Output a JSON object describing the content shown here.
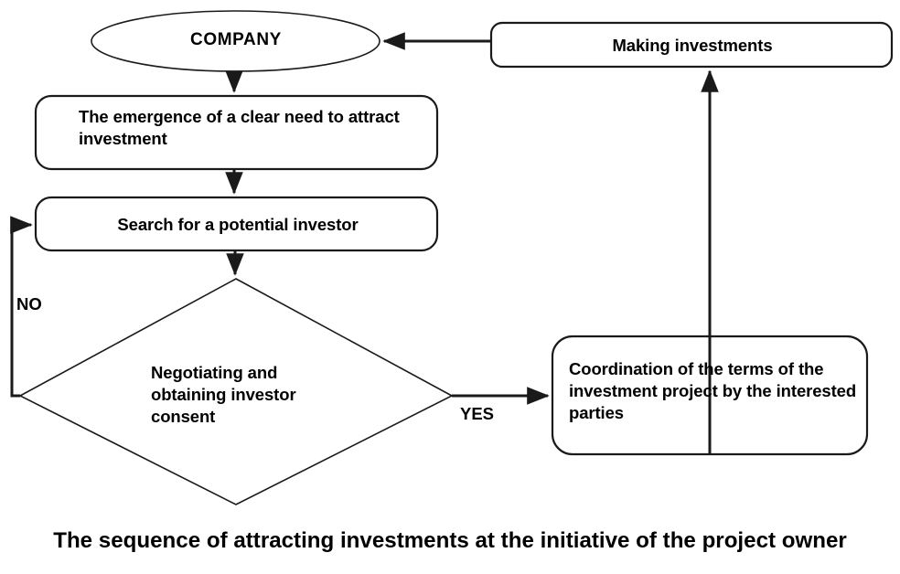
{
  "diagram": {
    "type": "flowchart",
    "caption": "The sequence of attracting investments at the initiative of the project owner",
    "background_color": "#ffffff",
    "line_color": "#1a1a1a",
    "text_color": "#000000",
    "nodes": [
      {
        "id": "company",
        "shape": "ellipse",
        "label": "COMPANY",
        "align": "center"
      },
      {
        "id": "emergence",
        "shape": "rounded-rectangle",
        "label": "The emergence of a clear need to attract investment",
        "align": "left"
      },
      {
        "id": "search",
        "shape": "rounded-rectangle",
        "label": "Search for a potential investor",
        "align": "center"
      },
      {
        "id": "decision",
        "shape": "diamond",
        "label": "Negotiating and obtaining investor consent",
        "align": "left"
      },
      {
        "id": "coordination",
        "shape": "rounded-rectangle",
        "label": "Coordination of the terms of the investment project by the interested parties",
        "align": "left"
      },
      {
        "id": "making",
        "shape": "rounded-rectangle",
        "label": "Making investments",
        "align": "center"
      }
    ],
    "edges": [
      {
        "id": "company-to-emergence",
        "from": "company",
        "to": "emergence",
        "label": ""
      },
      {
        "id": "emergence-to-search",
        "from": "emergence",
        "to": "search",
        "label": ""
      },
      {
        "id": "search-to-decision",
        "from": "search",
        "to": "decision",
        "label": ""
      },
      {
        "id": "decision-no-to-search",
        "from": "decision",
        "to": "search",
        "label": "NO"
      },
      {
        "id": "decision-yes-to-coordination",
        "from": "decision",
        "to": "coordination",
        "label": "YES"
      },
      {
        "id": "coordination-to-making",
        "from": "coordination",
        "to": "making",
        "label": ""
      },
      {
        "id": "making-to-company",
        "from": "making",
        "to": "company",
        "label": ""
      }
    ]
  }
}
